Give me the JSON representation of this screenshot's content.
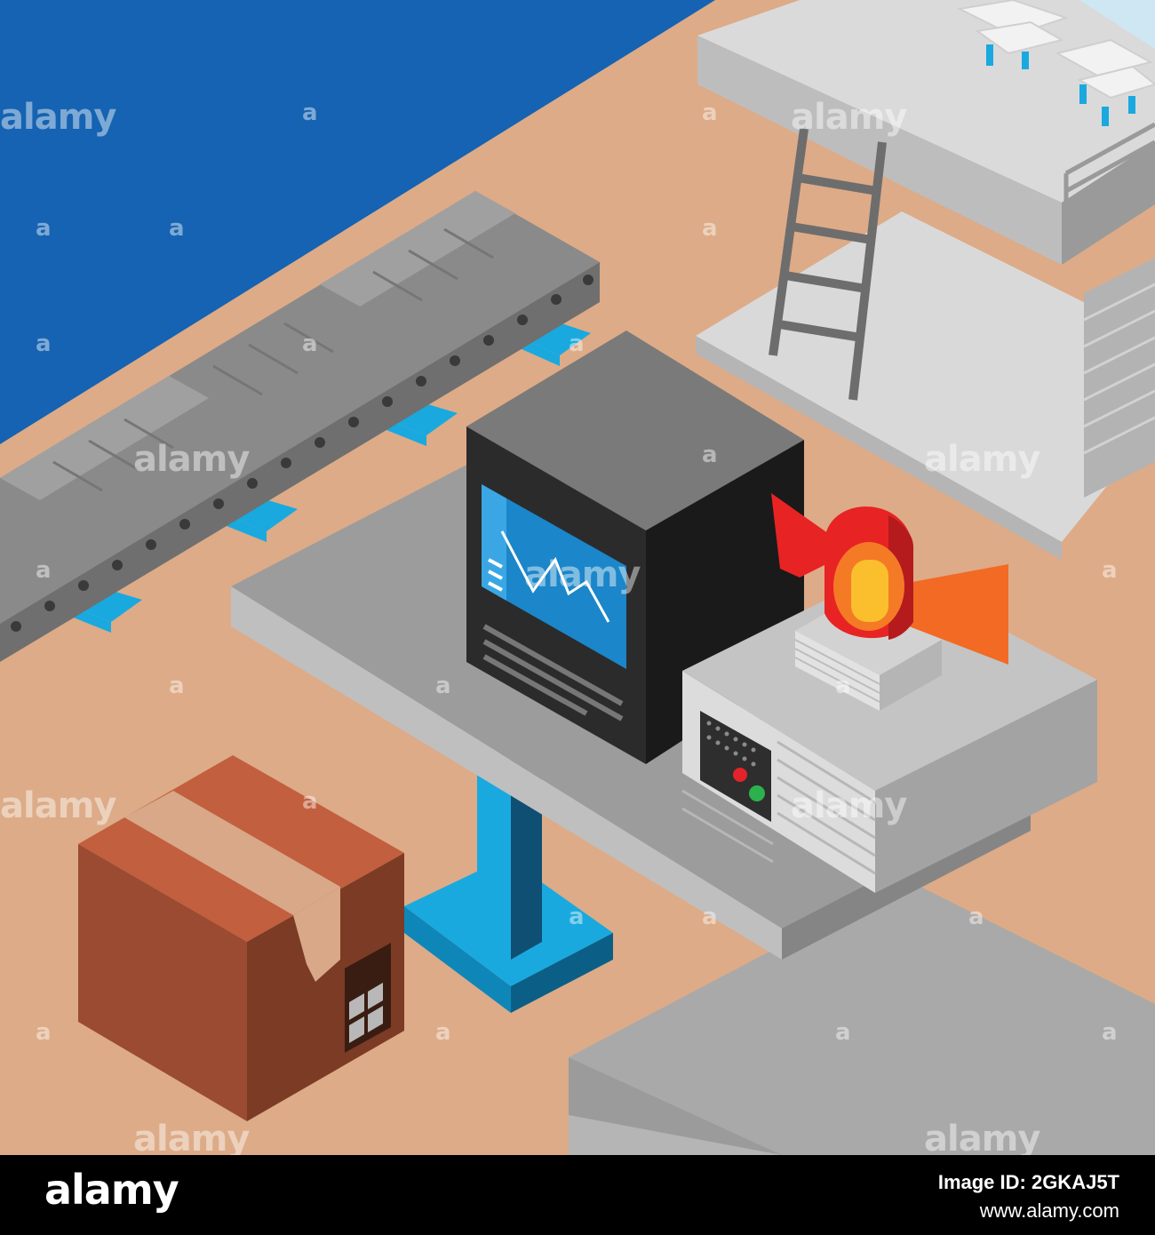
{
  "watermark": {
    "word": "alamy",
    "glyph": "a"
  },
  "footer": {
    "logo": "alamy",
    "image_id": "Image ID: 2GKAJ5T",
    "url": "www.alamy.com"
  },
  "colors": {
    "water": "#1563b2",
    "floor": "#ddab87",
    "gray_light": "#d9d9d9",
    "gray_mid": "#a3a3a3",
    "monitor_dark": "#2b2b2b",
    "screen_blue": "#1b86c9",
    "accent_cyan": "#19a9df",
    "box_brown": "#a85a3c",
    "alarm_red": "#e82324",
    "alarm_orange": "#f26a23"
  },
  "icons": [
    "alarm-beacon-icon",
    "chart-line-icon",
    "led-indicator-icon"
  ]
}
